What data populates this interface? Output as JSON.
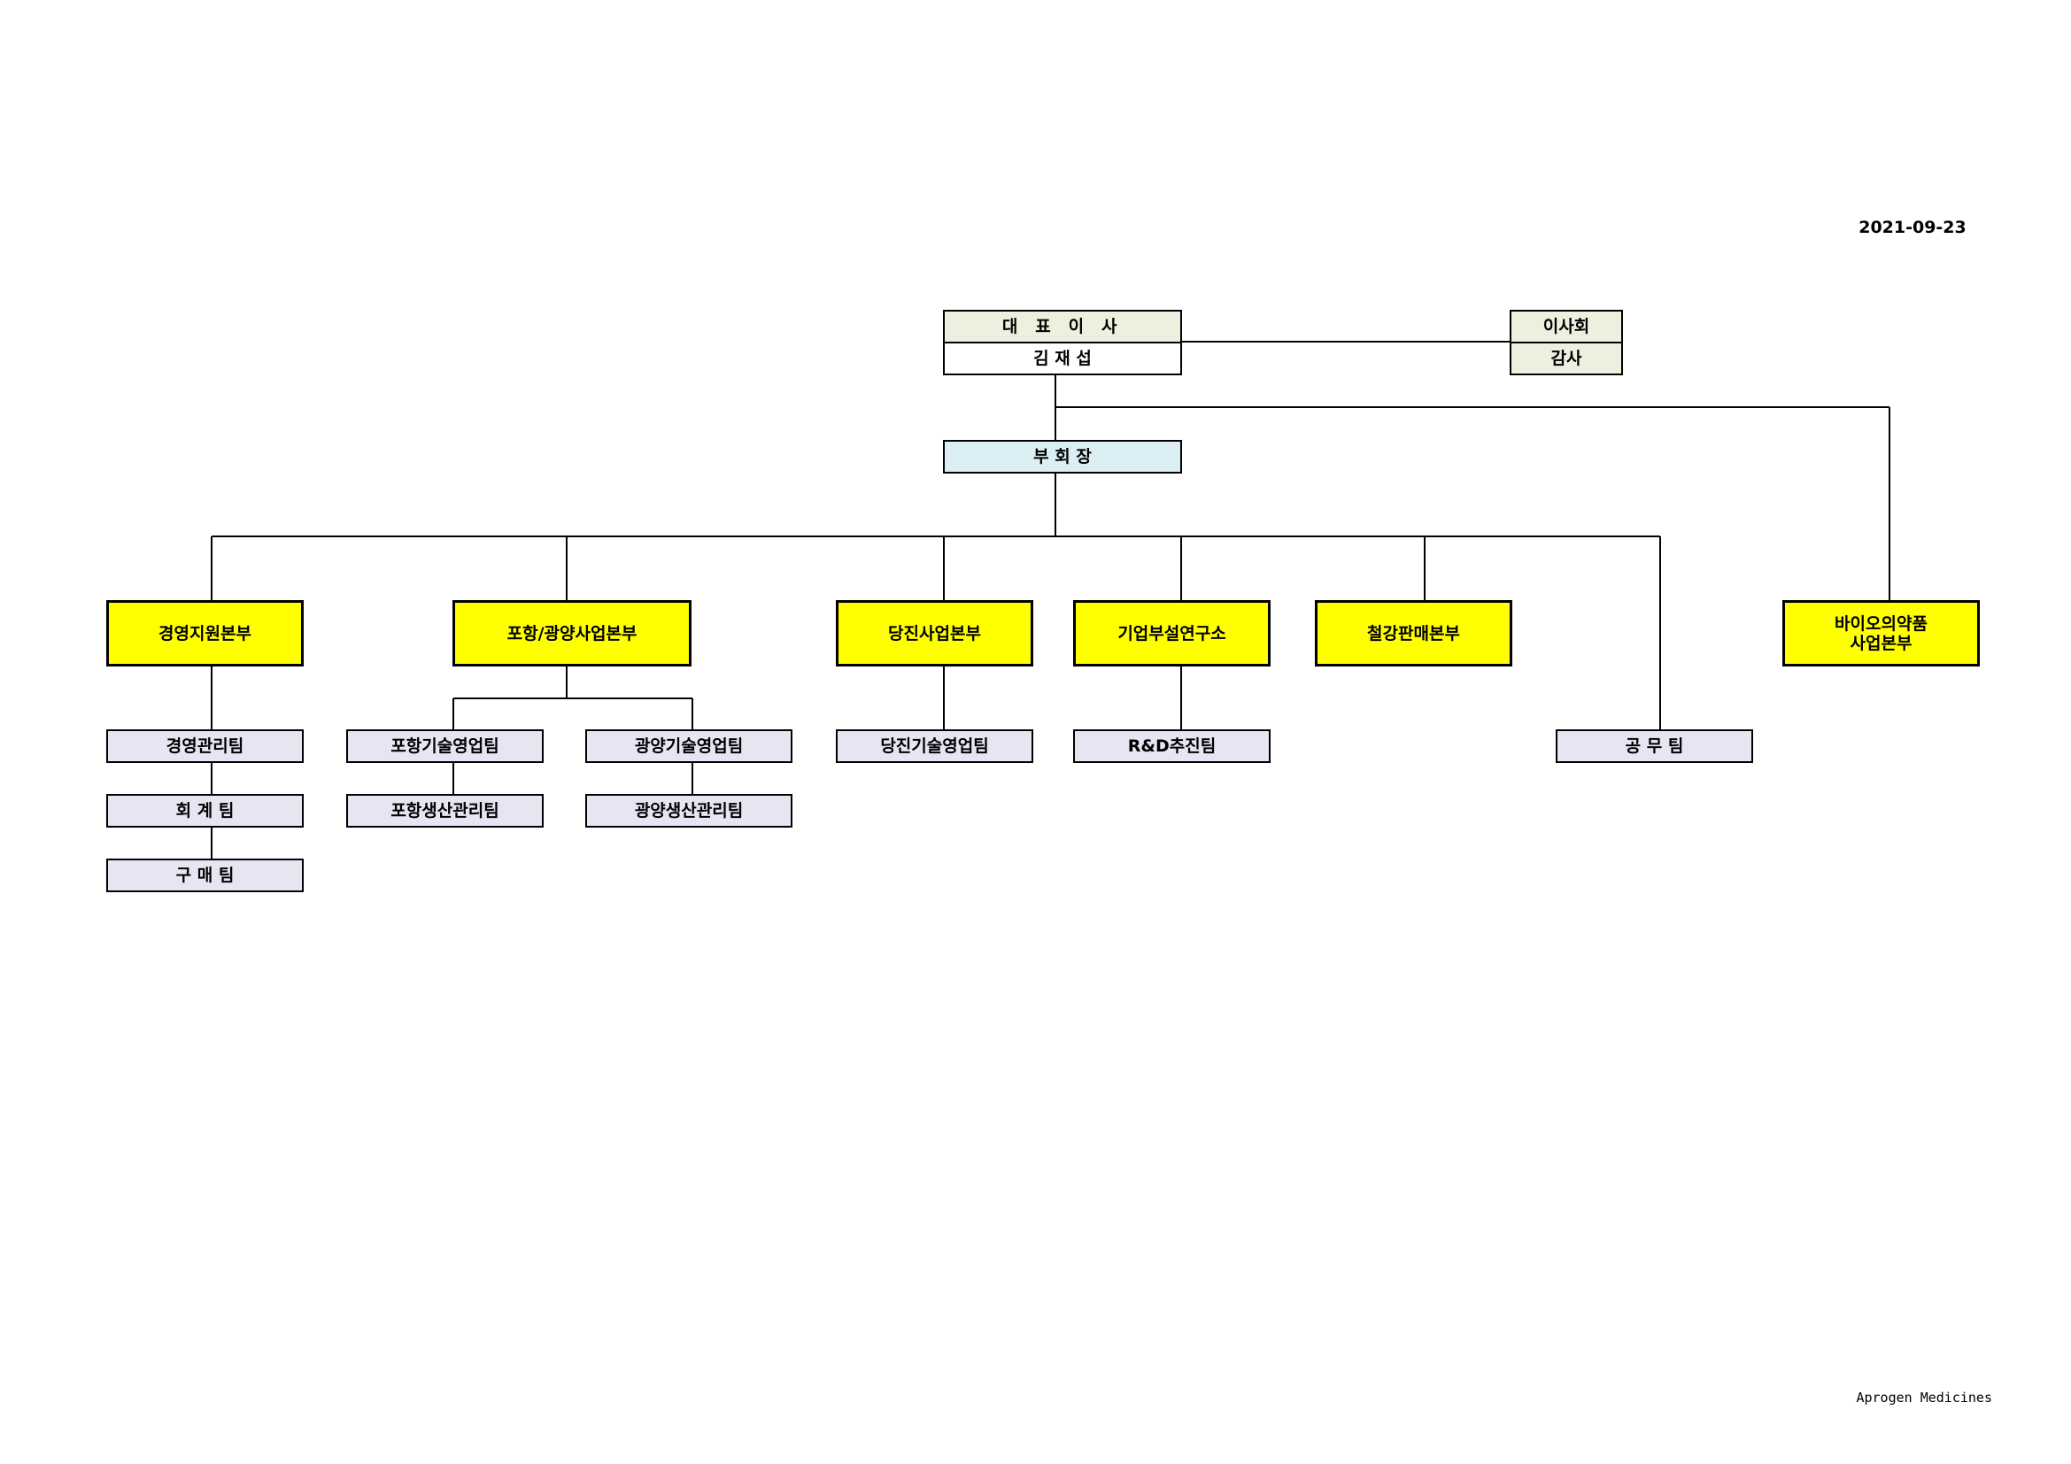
{
  "date": "2021-09-23",
  "footer": "Aprogen Medicines",
  "ceo": {
    "title": "대 표 이 사",
    "name": "김   재   섭"
  },
  "board": {
    "title": "이사회",
    "auditor": "감사"
  },
  "vice_chairman": "부   회   장",
  "divisions": {
    "mgmt": "경영지원본부",
    "pohang": "포항/광양사업본부",
    "dangjin": "당진사업본부",
    "research": "기업부설연구소",
    "steel": "철강판매본부",
    "bio": "바이오의약품\n사업본부"
  },
  "teams": {
    "mgmt_admin": "경영관리팀",
    "accounting": "회   계   팀",
    "purchasing": "구   매   팀",
    "pohang_tech": "포항기술영업팀",
    "pohang_prod": "포항생산관리팀",
    "gwangyang_tech": "광양기술영업팀",
    "gwangyang_prod": "광양생산관리팀",
    "dangjin_tech": "당진기술영업팀",
    "rnd": "R&D추진팀",
    "engineering": "공     무     팀"
  }
}
